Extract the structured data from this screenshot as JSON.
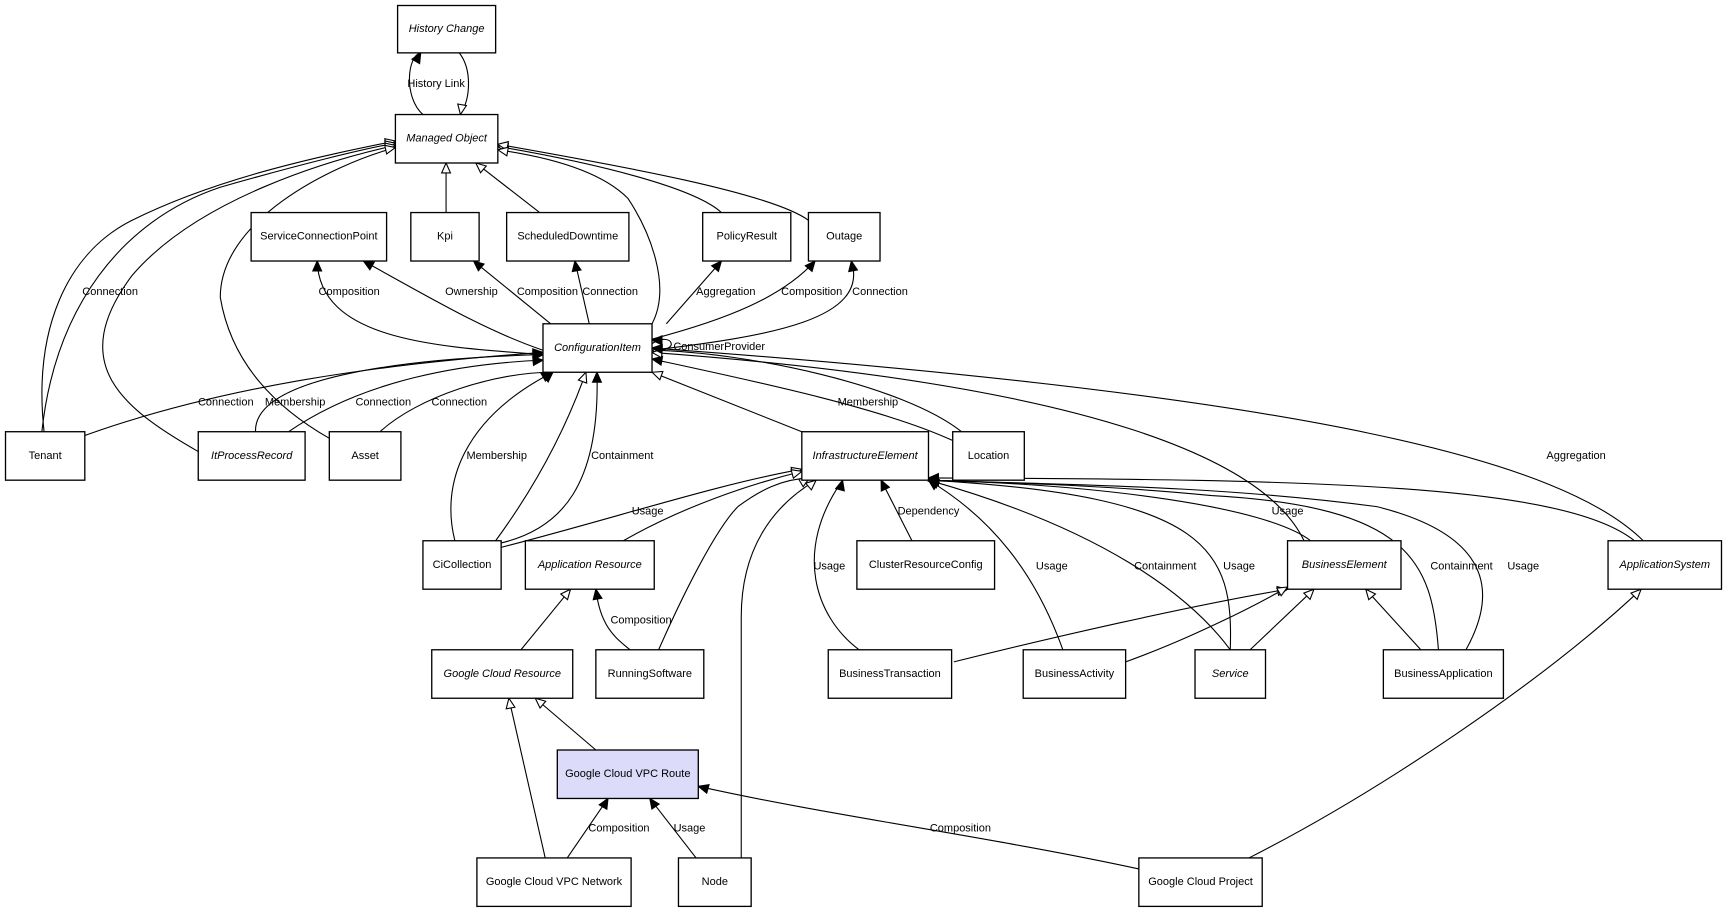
{
  "diagram": {
    "title": "Google Cloud VPC Route class model",
    "focus_node": "Google Cloud VPC Route",
    "highlight_color": "#dcdcfa",
    "nodes": [
      {
        "id": "history_change",
        "label": "History Change",
        "abstract": true
      },
      {
        "id": "managed_object",
        "label": "Managed Object",
        "abstract": true
      },
      {
        "id": "service_connection_point",
        "label": "ServiceConnectionPoint",
        "abstract": false
      },
      {
        "id": "kpi",
        "label": "Kpi",
        "abstract": false
      },
      {
        "id": "scheduled_downtime",
        "label": "ScheduledDowntime",
        "abstract": false
      },
      {
        "id": "policy_result",
        "label": "PolicyResult",
        "abstract": false
      },
      {
        "id": "outage",
        "label": "Outage",
        "abstract": false
      },
      {
        "id": "configuration_item",
        "label": "ConfigurationItem",
        "abstract": true
      },
      {
        "id": "tenant",
        "label": "Tenant",
        "abstract": false
      },
      {
        "id": "it_process_record",
        "label": "ItProcessRecord",
        "abstract": true
      },
      {
        "id": "asset",
        "label": "Asset",
        "abstract": false
      },
      {
        "id": "infrastructure_element",
        "label": "InfrastructureElement",
        "abstract": true
      },
      {
        "id": "location",
        "label": "Location",
        "abstract": false
      },
      {
        "id": "ci_collection",
        "label": "CiCollection",
        "abstract": false
      },
      {
        "id": "application_resource",
        "label": "Application Resource",
        "abstract": true
      },
      {
        "id": "cluster_resource_config",
        "label": "ClusterResourceConfig",
        "abstract": false
      },
      {
        "id": "business_element",
        "label": "BusinessElement",
        "abstract": true
      },
      {
        "id": "application_system",
        "label": "ApplicationSystem",
        "abstract": true
      },
      {
        "id": "google_cloud_resource",
        "label": "Google Cloud Resource",
        "abstract": true
      },
      {
        "id": "running_software",
        "label": "RunningSoftware",
        "abstract": false
      },
      {
        "id": "business_transaction",
        "label": "BusinessTransaction",
        "abstract": false
      },
      {
        "id": "business_activity",
        "label": "BusinessActivity",
        "abstract": false
      },
      {
        "id": "service",
        "label": "Service",
        "abstract": true
      },
      {
        "id": "business_application",
        "label": "BusinessApplication",
        "abstract": false
      },
      {
        "id": "google_cloud_vpc_route",
        "label": "Google Cloud VPC Route",
        "abstract": false,
        "highlighted": true
      },
      {
        "id": "google_cloud_vpc_network",
        "label": "Google Cloud VPC Network",
        "abstract": false
      },
      {
        "id": "node",
        "label": "Node",
        "abstract": false
      },
      {
        "id": "google_cloud_project",
        "label": "Google Cloud Project",
        "abstract": false
      }
    ],
    "edges": [
      {
        "from": "managed_object",
        "to": "history_change",
        "label": "History Link",
        "kind": "association"
      },
      {
        "from": "history_change",
        "to": "managed_object",
        "label": "",
        "kind": "inheritance"
      },
      {
        "from": "kpi",
        "to": "managed_object",
        "label": "",
        "kind": "inheritance"
      },
      {
        "from": "scheduled_downtime",
        "to": "managed_object",
        "label": "",
        "kind": "inheritance"
      },
      {
        "from": "policy_result",
        "to": "managed_object",
        "label": "",
        "kind": "inheritance"
      },
      {
        "from": "outage",
        "to": "managed_object",
        "label": "",
        "kind": "inheritance"
      },
      {
        "from": "configuration_item",
        "to": "managed_object",
        "label": "",
        "kind": "inheritance"
      },
      {
        "from": "tenant",
        "to": "managed_object",
        "label": "Connection",
        "kind": "association"
      },
      {
        "from": "tenant",
        "to": "managed_object",
        "label": "",
        "kind": "inheritance"
      },
      {
        "from": "it_process_record",
        "to": "managed_object",
        "label": "",
        "kind": "inheritance"
      },
      {
        "from": "asset",
        "to": "managed_object",
        "label": "",
        "kind": "inheritance"
      },
      {
        "from": "configuration_item",
        "to": "service_connection_point",
        "label": "Composition",
        "kind": "association"
      },
      {
        "from": "configuration_item",
        "to": "service_connection_point",
        "label": "Ownership",
        "kind": "association"
      },
      {
        "from": "configuration_item",
        "to": "kpi",
        "label": "Composition",
        "kind": "association"
      },
      {
        "from": "configuration_item",
        "to": "scheduled_downtime",
        "label": "Connection",
        "kind": "association"
      },
      {
        "from": "configuration_item",
        "to": "policy_result",
        "label": "Aggregation",
        "kind": "association"
      },
      {
        "from": "configuration_item",
        "to": "outage",
        "label": "Composition",
        "kind": "association"
      },
      {
        "from": "configuration_item",
        "to": "outage",
        "label": "Connection",
        "kind": "association"
      },
      {
        "from": "configuration_item",
        "to": "configuration_item",
        "label": "ConsumerProvider",
        "kind": "association"
      },
      {
        "from": "tenant",
        "to": "configuration_item",
        "label": "Connection",
        "kind": "association"
      },
      {
        "from": "it_process_record",
        "to": "configuration_item",
        "label": "Membership",
        "kind": "association"
      },
      {
        "from": "it_process_record",
        "to": "configuration_item",
        "label": "Connection",
        "kind": "association"
      },
      {
        "from": "asset",
        "to": "configuration_item",
        "label": "Connection",
        "kind": "association"
      },
      {
        "from": "location",
        "to": "configuration_item",
        "label": "Membership",
        "kind": "association"
      },
      {
        "from": "location",
        "to": "configuration_item",
        "label": "",
        "kind": "inheritance"
      },
      {
        "from": "ci_collection",
        "to": "configuration_item",
        "label": "Membership",
        "kind": "association"
      },
      {
        "from": "ci_collection",
        "to": "configuration_item",
        "label": "",
        "kind": "inheritance"
      },
      {
        "from": "ci_collection",
        "to": "configuration_item",
        "label": "Containment",
        "kind": "association"
      },
      {
        "from": "infrastructure_element",
        "to": "configuration_item",
        "label": "",
        "kind": "inheritance"
      },
      {
        "from": "business_element",
        "to": "configuration_item",
        "label": "",
        "kind": "inheritance"
      },
      {
        "from": "application_system",
        "to": "configuration_item",
        "label": "Aggregation",
        "kind": "association"
      },
      {
        "from": "ci_collection",
        "to": "infrastructure_element",
        "label": "Usage",
        "kind": "association"
      },
      {
        "from": "application_resource",
        "to": "infrastructure_element",
        "label": "",
        "kind": "inheritance"
      },
      {
        "from": "running_software",
        "to": "infrastructure_element",
        "label": "",
        "kind": "inheritance"
      },
      {
        "from": "node",
        "to": "infrastructure_element",
        "label": "",
        "kind": "inheritance"
      },
      {
        "from": "business_transaction",
        "to": "infrastructure_element",
        "label": "Usage",
        "kind": "association"
      },
      {
        "from": "cluster_resource_config",
        "to": "infrastructure_element",
        "label": "Dependency",
        "kind": "association"
      },
      {
        "from": "business_activity",
        "to": "infrastructure_element",
        "label": "Usage",
        "kind": "association"
      },
      {
        "from": "service",
        "to": "infrastructure_element",
        "label": "Containment",
        "kind": "association"
      },
      {
        "from": "service",
        "to": "infrastructure_element",
        "label": "Usage",
        "kind": "association"
      },
      {
        "from": "business_element",
        "to": "infrastructure_element",
        "label": "Usage",
        "kind": "association"
      },
      {
        "from": "business_application",
        "to": "infrastructure_element",
        "label": "Containment",
        "kind": "association"
      },
      {
        "from": "business_application",
        "to": "infrastructure_element",
        "label": "Usage",
        "kind": "association"
      },
      {
        "from": "application_system",
        "to": "infrastructure_element",
        "label": "",
        "kind": "association"
      },
      {
        "from": "google_cloud_resource",
        "to": "application_resource",
        "label": "",
        "kind": "inheritance"
      },
      {
        "from": "running_software",
        "to": "application_resource",
        "label": "Composition",
        "kind": "association"
      },
      {
        "from": "business_transaction",
        "to": "business_element",
        "label": "",
        "kind": "inheritance"
      },
      {
        "from": "business_activity",
        "to": "business_element",
        "label": "",
        "kind": "inheritance"
      },
      {
        "from": "service",
        "to": "business_element",
        "label": "",
        "kind": "inheritance"
      },
      {
        "from": "business_application",
        "to": "business_element",
        "label": "",
        "kind": "inheritance"
      },
      {
        "from": "google_cloud_project",
        "to": "application_system",
        "label": "",
        "kind": "inheritance"
      },
      {
        "from": "google_cloud_vpc_route",
        "to": "google_cloud_resource",
        "label": "",
        "kind": "inheritance"
      },
      {
        "from": "google_cloud_vpc_network",
        "to": "google_cloud_resource",
        "label": "",
        "kind": "inheritance"
      },
      {
        "from": "google_cloud_vpc_network",
        "to": "google_cloud_vpc_route",
        "label": "Composition",
        "kind": "association"
      },
      {
        "from": "node",
        "to": "google_cloud_vpc_route",
        "label": "Usage",
        "kind": "association"
      },
      {
        "from": "google_cloud_project",
        "to": "google_cloud_vpc_route",
        "label": "Composition",
        "kind": "association"
      }
    ]
  }
}
